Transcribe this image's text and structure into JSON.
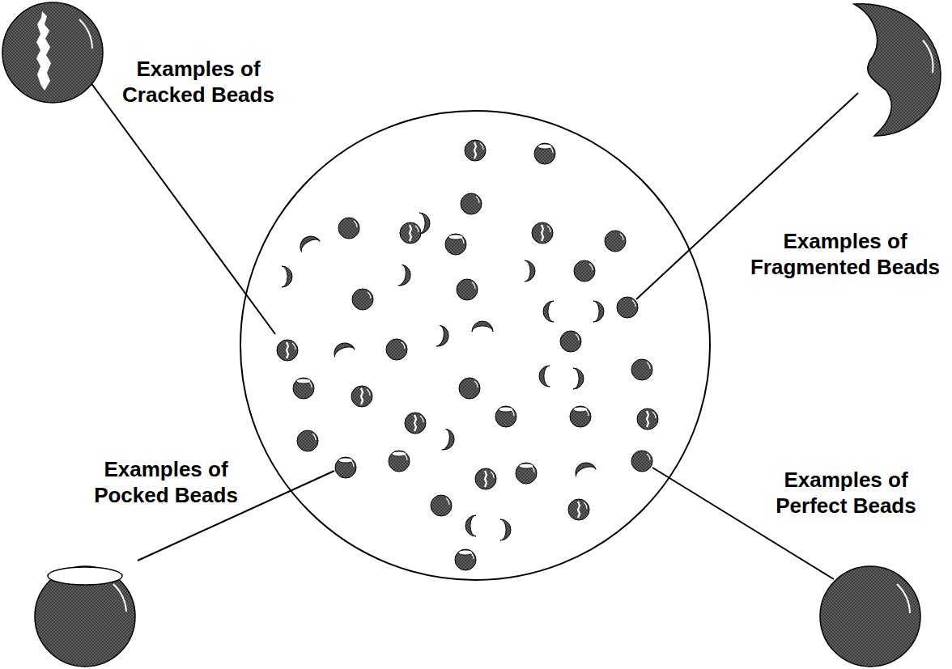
{
  "diagram": {
    "labels": [
      "Examples of Cracked Beads",
      "Examples of Fragmented Beads",
      "Examples of Pocked Beads",
      "Examples of Perfect Beads"
    ]
  }
}
